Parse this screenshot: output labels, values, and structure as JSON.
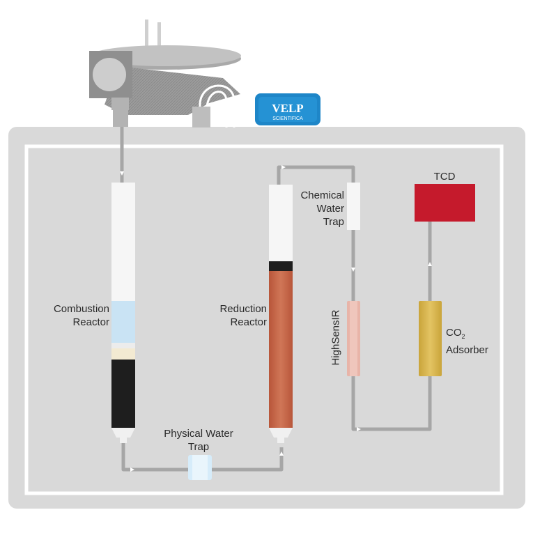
{
  "brand": {
    "logo_text_1": "VELP",
    "logo_text_2": "SCIENTIFICA"
  },
  "labels": {
    "combustion_reactor": [
      "Combustion",
      "Reactor"
    ],
    "reduction_reactor": [
      "Reduction",
      "Reactor"
    ],
    "physical_water_trap": [
      "Physical Water",
      "Trap"
    ],
    "chemical_water_trap": [
      "Chemical",
      "Water",
      "Trap"
    ],
    "highsensir": "HighSensIR",
    "tcd": "TCD",
    "co2_adsorber": {
      "co": "CO",
      "sub": "2",
      "rest": "Adsorber"
    }
  },
  "colors": {
    "housing": "#d9d9d9",
    "pipe": "#a6a6a6",
    "tube_white": "#f6f6f6",
    "combustion_blue": "#c9e3f4",
    "combustion_black": "#1e1e1e",
    "combustion_cream": "#f3ead2",
    "reduction_copper": "#c8674a",
    "water_trap_blue": "#d6ecfa",
    "highsensir_pink": "#e8b4a8",
    "co2_gold": "#d8b54c",
    "tcd_red": "#c51a2c",
    "logo_blue": "#1e86c8",
    "autosampler_gray": "#9a9a9a"
  },
  "flow_direction_icons": [
    "down-arrow",
    "right-arrow",
    "up-arrow"
  ]
}
